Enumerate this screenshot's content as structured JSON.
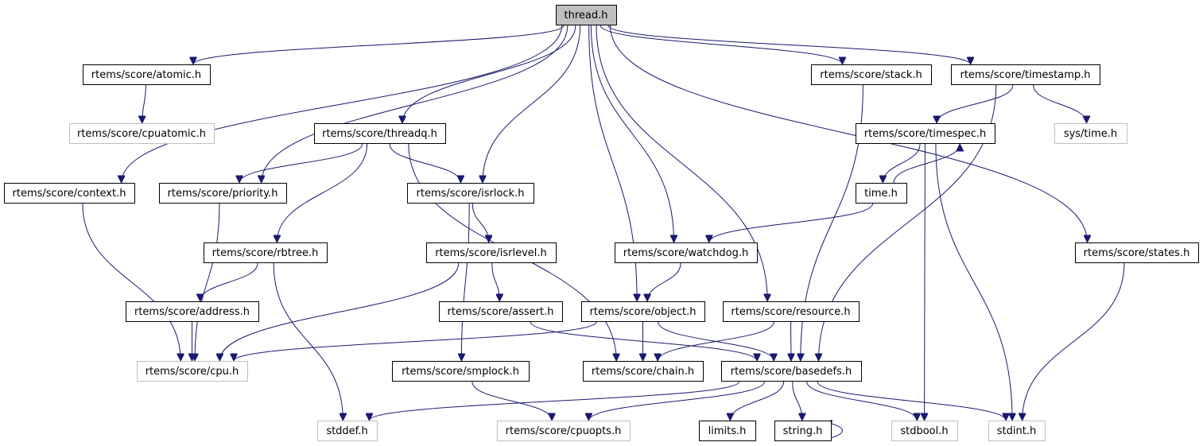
{
  "graph": {
    "title": "thread.h",
    "edge_color": "#191970",
    "root_fill": "#bfbfbf",
    "external_stroke": "#bfbfbf",
    "nodes": [
      {
        "id": "thread",
        "label": "thread.h",
        "kind": "root"
      },
      {
        "id": "atomic",
        "label": "rtems/score/atomic.h",
        "kind": "normal"
      },
      {
        "id": "cpuatomic",
        "label": "rtems/score/cpuatomic.h",
        "kind": "external"
      },
      {
        "id": "context",
        "label": "rtems/score/context.h",
        "kind": "normal"
      },
      {
        "id": "priority",
        "label": "rtems/score/priority.h",
        "kind": "normal"
      },
      {
        "id": "threadq",
        "label": "rtems/score/threadq.h",
        "kind": "normal"
      },
      {
        "id": "isrlock",
        "label": "rtems/score/isrlock.h",
        "kind": "normal"
      },
      {
        "id": "rbtree",
        "label": "rtems/score/rbtree.h",
        "kind": "normal"
      },
      {
        "id": "address",
        "label": "rtems/score/address.h",
        "kind": "normal"
      },
      {
        "id": "cpu",
        "label": "rtems/score/cpu.h",
        "kind": "external"
      },
      {
        "id": "isrlevel",
        "label": "rtems/score/isrlevel.h",
        "kind": "normal"
      },
      {
        "id": "assert",
        "label": "rtems/score/assert.h",
        "kind": "normal"
      },
      {
        "id": "smplock",
        "label": "rtems/score/smplock.h",
        "kind": "normal"
      },
      {
        "id": "cpuopts",
        "label": "rtems/score/cpuopts.h",
        "kind": "external"
      },
      {
        "id": "stddef",
        "label": "stddef.h",
        "kind": "external"
      },
      {
        "id": "object",
        "label": "rtems/score/object.h",
        "kind": "normal"
      },
      {
        "id": "chain",
        "label": "rtems/score/chain.h",
        "kind": "normal"
      },
      {
        "id": "watchdog",
        "label": "rtems/score/watchdog.h",
        "kind": "normal"
      },
      {
        "id": "resource",
        "label": "rtems/score/resource.h",
        "kind": "normal"
      },
      {
        "id": "basedefs",
        "label": "rtems/score/basedefs.h",
        "kind": "normal"
      },
      {
        "id": "limits",
        "label": "limits.h",
        "kind": "normal"
      },
      {
        "id": "string",
        "label": "string.h",
        "kind": "normal"
      },
      {
        "id": "stdbool",
        "label": "stdbool.h",
        "kind": "external"
      },
      {
        "id": "stdint",
        "label": "stdint.h",
        "kind": "external"
      },
      {
        "id": "stack",
        "label": "rtems/score/stack.h",
        "kind": "normal"
      },
      {
        "id": "timestamp",
        "label": "rtems/score/timestamp.h",
        "kind": "normal"
      },
      {
        "id": "timespec",
        "label": "rtems/score/timespec.h",
        "kind": "normal"
      },
      {
        "id": "systime",
        "label": "sys/time.h",
        "kind": "external"
      },
      {
        "id": "time",
        "label": "time.h",
        "kind": "normal"
      },
      {
        "id": "states",
        "label": "rtems/score/states.h",
        "kind": "normal"
      }
    ],
    "edges": [
      [
        "thread",
        "atomic"
      ],
      [
        "thread",
        "context"
      ],
      [
        "thread",
        "priority"
      ],
      [
        "thread",
        "threadq"
      ],
      [
        "thread",
        "isrlock"
      ],
      [
        "thread",
        "object"
      ],
      [
        "thread",
        "watchdog"
      ],
      [
        "thread",
        "resource"
      ],
      [
        "thread",
        "stack"
      ],
      [
        "thread",
        "timestamp"
      ],
      [
        "thread",
        "states"
      ],
      [
        "atomic",
        "cpuatomic"
      ],
      [
        "context",
        "cpu"
      ],
      [
        "priority",
        "cpu"
      ],
      [
        "threadq",
        "priority"
      ],
      [
        "threadq",
        "isrlock"
      ],
      [
        "threadq",
        "rbtree"
      ],
      [
        "threadq",
        "chain"
      ],
      [
        "isrlock",
        "isrlevel"
      ],
      [
        "isrlock",
        "smplock"
      ],
      [
        "rbtree",
        "address"
      ],
      [
        "rbtree",
        "stddef"
      ],
      [
        "address",
        "cpu"
      ],
      [
        "isrlevel",
        "cpu"
      ],
      [
        "isrlevel",
        "assert"
      ],
      [
        "assert",
        "basedefs"
      ],
      [
        "smplock",
        "cpuopts"
      ],
      [
        "object",
        "cpu"
      ],
      [
        "object",
        "chain"
      ],
      [
        "object",
        "basedefs"
      ],
      [
        "watchdog",
        "object"
      ],
      [
        "resource",
        "chain"
      ],
      [
        "resource",
        "basedefs"
      ],
      [
        "basedefs",
        "stddef"
      ],
      [
        "basedefs",
        "cpuopts"
      ],
      [
        "basedefs",
        "limits"
      ],
      [
        "basedefs",
        "string"
      ],
      [
        "basedefs",
        "stdbool"
      ],
      [
        "basedefs",
        "stdint"
      ],
      [
        "string",
        "string"
      ],
      [
        "stack",
        "basedefs"
      ],
      [
        "timestamp",
        "timespec"
      ],
      [
        "timestamp",
        "systime"
      ],
      [
        "timestamp",
        "basedefs"
      ],
      [
        "timespec",
        "time"
      ],
      [
        "timespec",
        "stdbool"
      ],
      [
        "timespec",
        "stdint"
      ],
      [
        "time",
        "timespec"
      ],
      [
        "time",
        "watchdog"
      ],
      [
        "states",
        "stdint"
      ]
    ]
  }
}
